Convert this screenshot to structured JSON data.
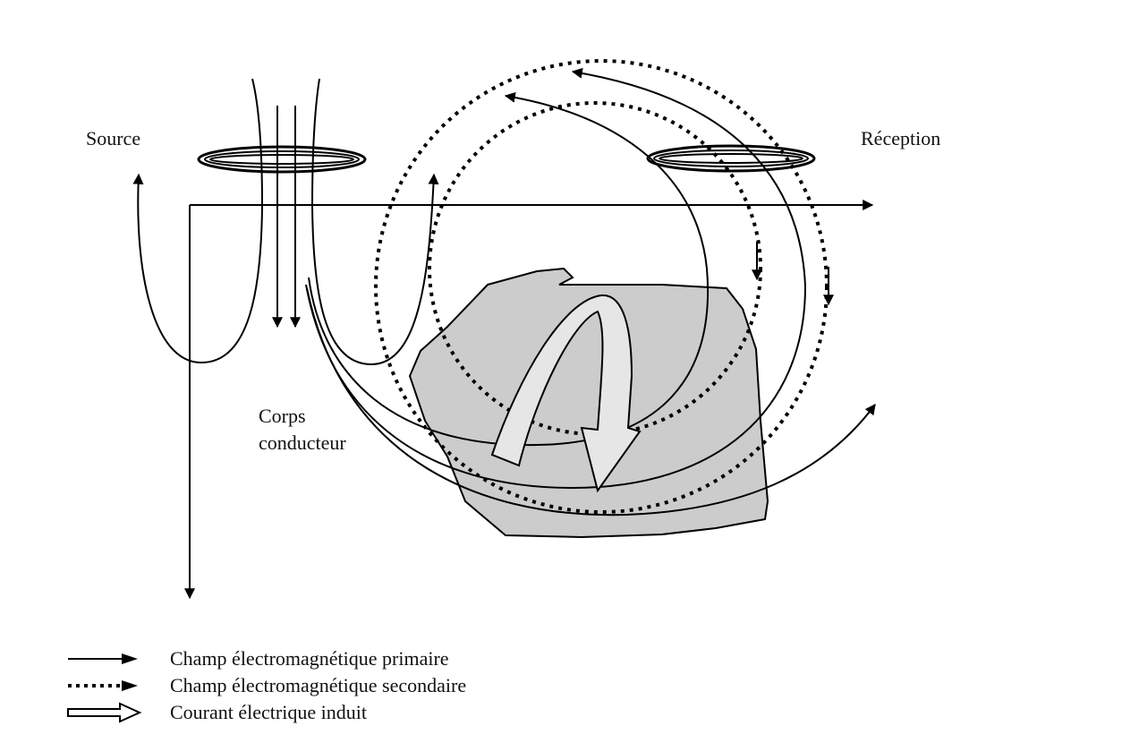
{
  "labels": {
    "source": "Source",
    "reception": "Réception",
    "body_line1": "Corps",
    "body_line2": "conducteur"
  },
  "legend": [
    {
      "symbol": "solid-arrow",
      "text": "Champ électromagnétique primaire"
    },
    {
      "symbol": "dotted-arrow",
      "text": "Champ électromagnétique secondaire"
    },
    {
      "symbol": "hollow-arrow",
      "text": "Courant électrique induit"
    }
  ],
  "colors": {
    "line": "#000000",
    "conductor_fill": "#cccccc",
    "current_arrow_fill": "#e6e6e6",
    "background": "#ffffff"
  }
}
